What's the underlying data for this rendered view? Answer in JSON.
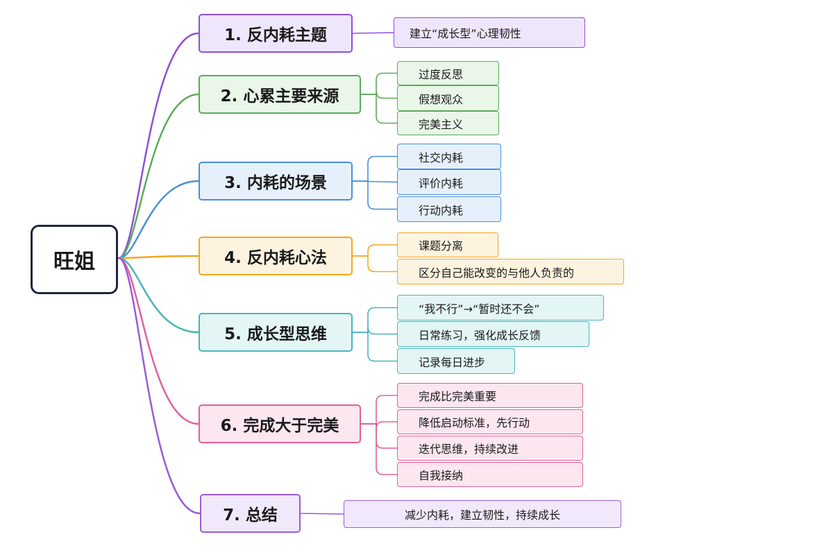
{
  "root": {
    "label": "旺姐"
  },
  "branches": [
    {
      "label": "1. 反内耗主题",
      "stroke": "#8e4fd8",
      "fill": "#efe6fb",
      "leaves": [
        {
          "label": "建立“成长型”心理韧性"
        }
      ]
    },
    {
      "label": "2. 心累主要来源",
      "stroke": "#5aaa5a",
      "fill": "#e9f6e8",
      "leaves": [
        {
          "label": "过度反思"
        },
        {
          "label": "假想观众"
        },
        {
          "label": "完美主义"
        }
      ]
    },
    {
      "label": "3. 内耗的场景",
      "stroke": "#4a8ed6",
      "fill": "#e6f0fb",
      "leaves": [
        {
          "label": "社交内耗"
        },
        {
          "label": "评价内耗"
        },
        {
          "label": "行动内耗"
        }
      ]
    },
    {
      "label": "4. 反内耗心法",
      "stroke": "#f0a820",
      "fill": "#fdf3df",
      "leaves": [
        {
          "label": "课题分离"
        },
        {
          "label": "区分自己能改变的与他人负责的"
        }
      ]
    },
    {
      "label": "5. 成长型思维",
      "stroke": "#4ab4b8",
      "fill": "#e3f5f5",
      "leaves": [
        {
          "label": "“我不行”→“暂时还不会”"
        },
        {
          "label": "日常练习，强化成长反馈"
        },
        {
          "label": "记录每日进步"
        }
      ]
    },
    {
      "label": "6. 完成大于完美",
      "stroke": "#e0609a",
      "fill": "#fce6ef",
      "leaves": [
        {
          "label": "完成比完美重要"
        },
        {
          "label": "降低启动标准，先行动"
        },
        {
          "label": "迭代思维，持续改进"
        },
        {
          "label": "自我接纳"
        }
      ]
    },
    {
      "label": "7. 总结",
      "stroke": "#9a5ad8",
      "fill": "#f1e8fb",
      "leaves": [
        {
          "label": "减少内耗，建立韧性，持续成长"
        }
      ]
    }
  ]
}
